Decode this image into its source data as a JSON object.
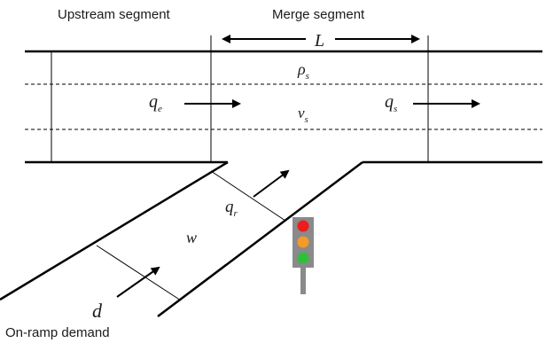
{
  "labels": {
    "upstream": "Upstream segment",
    "merge": "Merge segment",
    "onramp": "On-ramp demand"
  },
  "symbols": {
    "length": "L",
    "density": "ρ",
    "density_sub": "s",
    "speed": "v",
    "speed_sub": "s",
    "q_entry": "q",
    "q_entry_sub": "e",
    "q_seg": "q",
    "q_seg_sub": "s",
    "q_ramp": "q",
    "q_ramp_sub": "r",
    "queue": "w",
    "demand": "d"
  },
  "colors": {
    "line": "#000000",
    "signal_body": "#8a8a8a",
    "signal_red": "#ee1c1c",
    "signal_amber": "#f39a2a",
    "signal_green": "#2fbf3a"
  }
}
